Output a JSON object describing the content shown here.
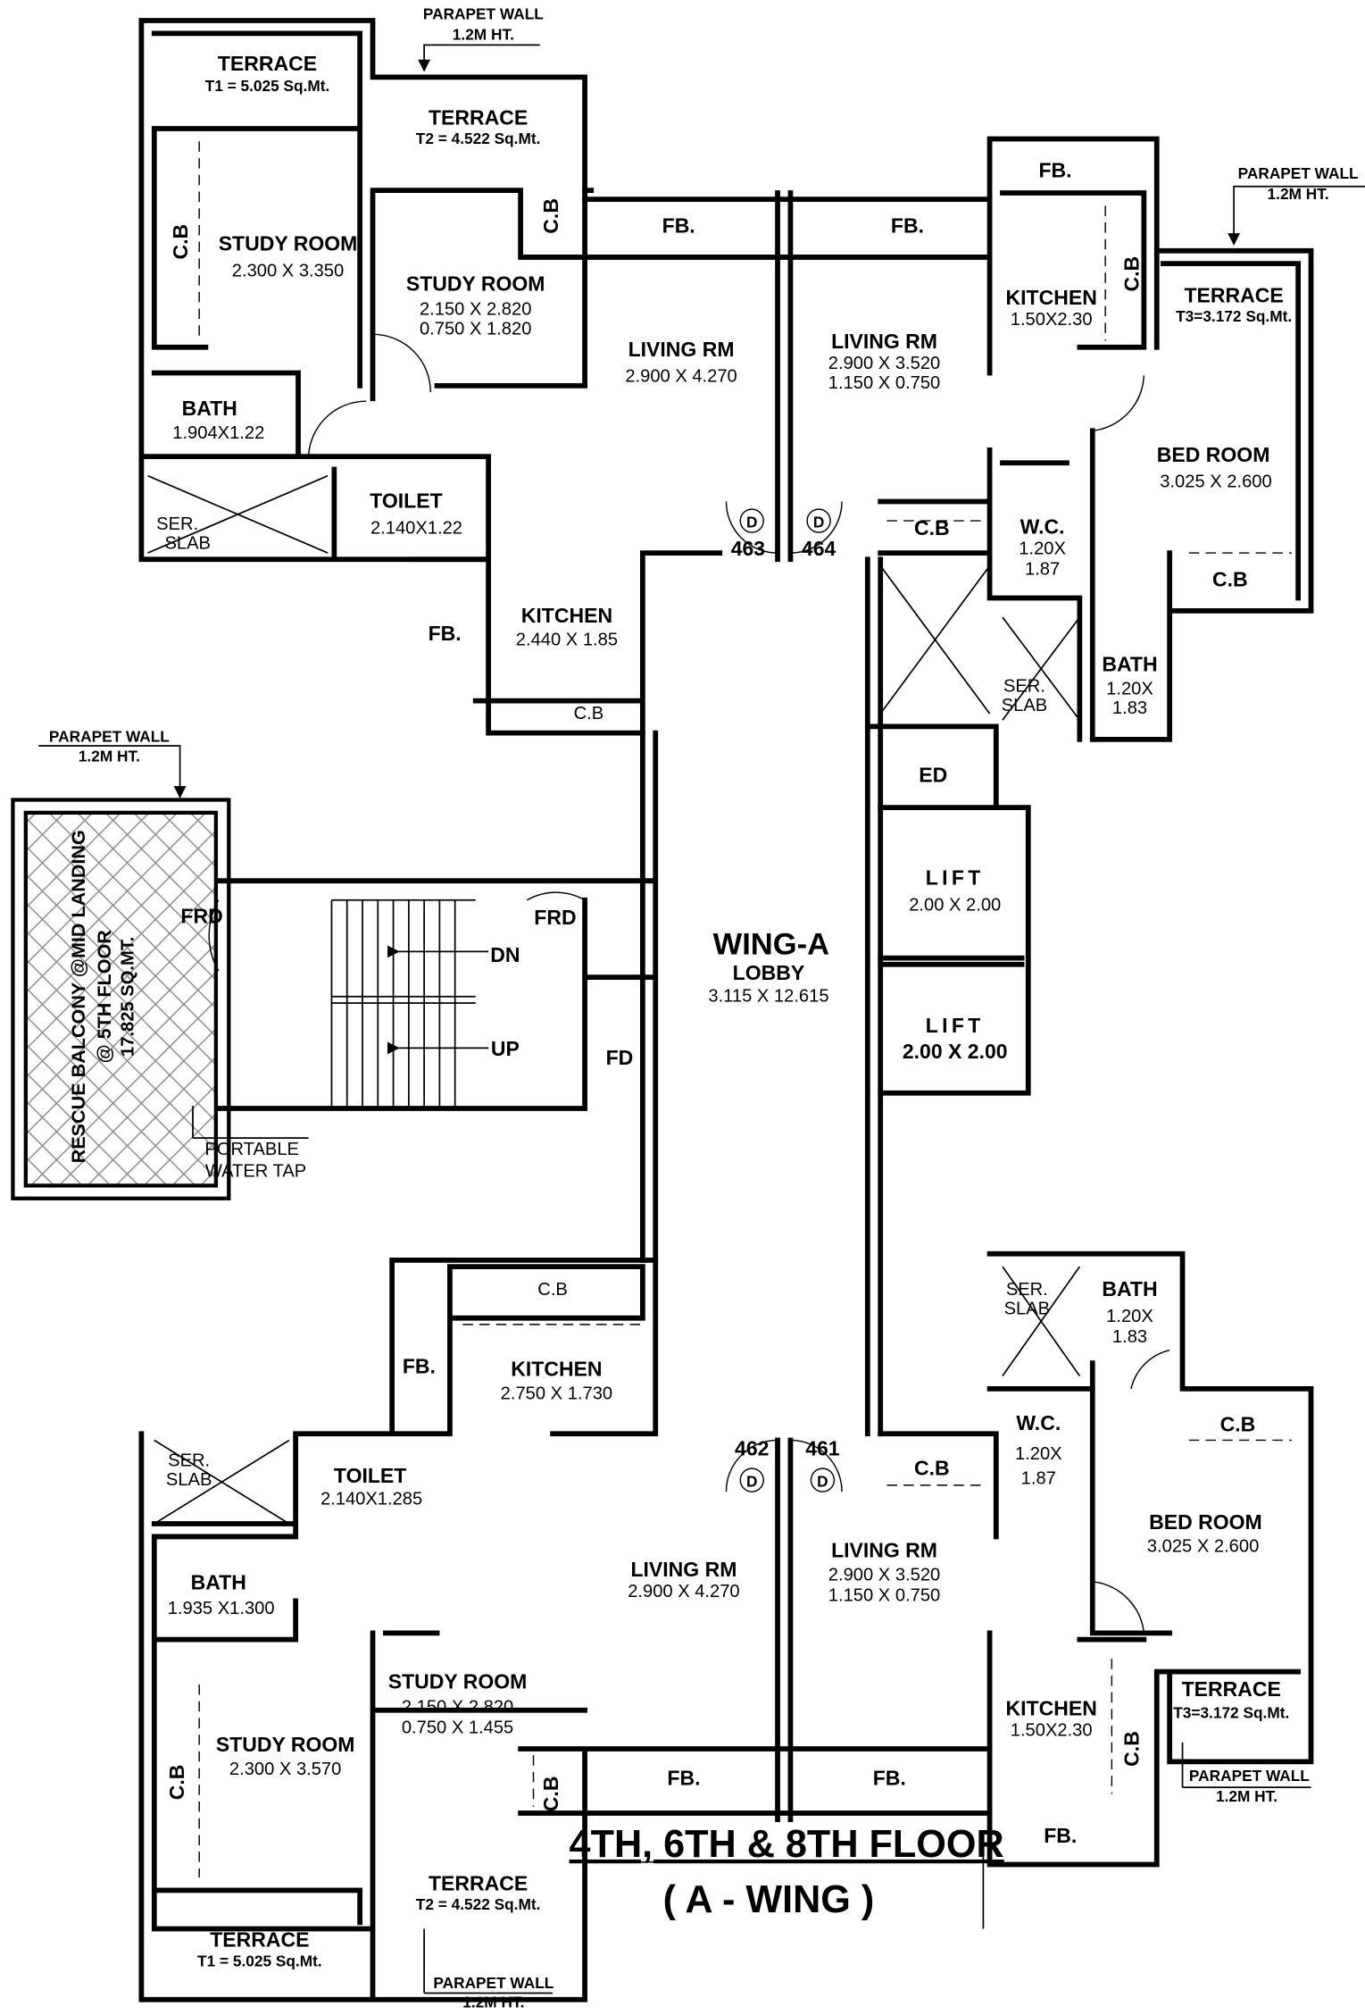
{
  "title": {
    "line1": "4TH, 6TH & 8TH FLOOR",
    "line2": "( A - WING )"
  },
  "parapet": {
    "label": "PARAPET WALL",
    "height": "1.2M HT."
  },
  "top_left": {
    "terrace_t1": {
      "name": "TERRACE",
      "area": "T1  = 5.025 Sq.Mt."
    },
    "terrace_t2": {
      "name": "TERRACE",
      "area": "T2  = 4.522 Sq.Mt."
    },
    "study1": {
      "name": "STUDY ROOM",
      "dim": "2.300 X 3.350"
    },
    "study2": {
      "name": "STUDY ROOM",
      "dim1": "2.150 X 2.820",
      "dim2": "0.750 X 1.820"
    },
    "bath": {
      "name": "BATH",
      "dim": "1.904X1.22"
    },
    "toilet": {
      "name": "TOILET",
      "dim": "2.140X1.22"
    },
    "ser_slab": {
      "l1": "SER.",
      "l2": "SLAB"
    },
    "living": {
      "name": "LIVING RM",
      "dim": "2.900 X 4.270"
    },
    "kitchen": {
      "name": "KITCHEN",
      "dim": "2.440 X 1.85"
    },
    "door": {
      "tag": "D",
      "no": "463"
    }
  },
  "top_right": {
    "living": {
      "name": "LIVING RM",
      "dim1": "2.900 X 3.520",
      "dim2": "1.150 X 0.750"
    },
    "kitchen": {
      "name": "KITCHEN",
      "dim": "1.50X2.30"
    },
    "terrace_t3": {
      "name": "TERRACE",
      "area": "T3=3.172 Sq.Mt."
    },
    "bedroom": {
      "name": "BED ROOM",
      "dim": "3.025 X 2.600"
    },
    "wc": {
      "name": "W.C.",
      "d1": "1.20X",
      "d2": "1.87"
    },
    "bath": {
      "name": "BATH",
      "d1": "1.20X",
      "d2": "1.83"
    },
    "ser_slab": {
      "l1": "SER.",
      "l2": "SLAB"
    },
    "door": {
      "tag": "D",
      "no": "464"
    }
  },
  "core": {
    "lobby": {
      "name": "WING-A",
      "sub": "LOBBY",
      "dim": "3.115 X 12.615"
    },
    "lift1": {
      "name": "LIFT",
      "dim": "2.00 X 2.00"
    },
    "lift2": {
      "name": "LIFT",
      "dim": "2.00 X 2.00"
    },
    "ed": "ED",
    "fd": "FD",
    "frd1": "FRD",
    "frd2": "FRD",
    "dn": "DN",
    "up": "UP",
    "rescue": {
      "l1": "RESCUE BALCONY @MID LANDING",
      "l2": "@ 5TH FLOOR",
      "l3": "17.825 SQ.MT."
    },
    "water_tap": {
      "l1": "PORTABLE",
      "l2": "WATER TAP"
    }
  },
  "bottom_left": {
    "kitchen": {
      "name": "KITCHEN",
      "dim": "2.750 X 1.730"
    },
    "toilet": {
      "name": "TOILET",
      "dim": "2.140X1.285"
    },
    "ser_slab": {
      "l1": "SER.",
      "l2": "SLAB"
    },
    "bath": {
      "name": "BATH",
      "dim": "1.935 X1.300"
    },
    "living": {
      "name": "LIVING RM",
      "dim": "2.900 X 4.270"
    },
    "study2": {
      "name": "STUDY ROOM",
      "dim1": "2.150 X 2.820",
      "dim2": "0.750 X 1.455"
    },
    "study1": {
      "name": "STUDY ROOM",
      "dim": "2.300 X 3.570"
    },
    "terrace_t2": {
      "name": "TERRACE",
      "area": "T2  = 4.522 Sq.Mt."
    },
    "terrace_t1": {
      "name": "TERRACE",
      "area": "T1  = 5.025 Sq.Mt."
    },
    "door": {
      "tag": "D",
      "no": "462"
    }
  },
  "bottom_right": {
    "living": {
      "name": "LIVING RM",
      "dim1": "2.900 X 3.520",
      "dim2": "1.150 X 0.750"
    },
    "bath": {
      "name": "BATH",
      "d1": "1.20X",
      "d2": "1.83"
    },
    "ser_slab": {
      "l1": "SER.",
      "l2": "SLAB"
    },
    "wc": {
      "name": "W.C.",
      "d1": "1.20X",
      "d2": "1.87"
    },
    "bedroom": {
      "name": "BED ROOM",
      "dim": "3.025 X 2.600"
    },
    "kitchen": {
      "name": "KITCHEN",
      "dim": "1.50X2.30"
    },
    "terrace_t3": {
      "name": "TERRACE",
      "area": "T3=3.172 Sq.Mt."
    },
    "door": {
      "tag": "D",
      "no": "461"
    }
  },
  "common": {
    "cb": "C.B",
    "fb": "FB."
  }
}
